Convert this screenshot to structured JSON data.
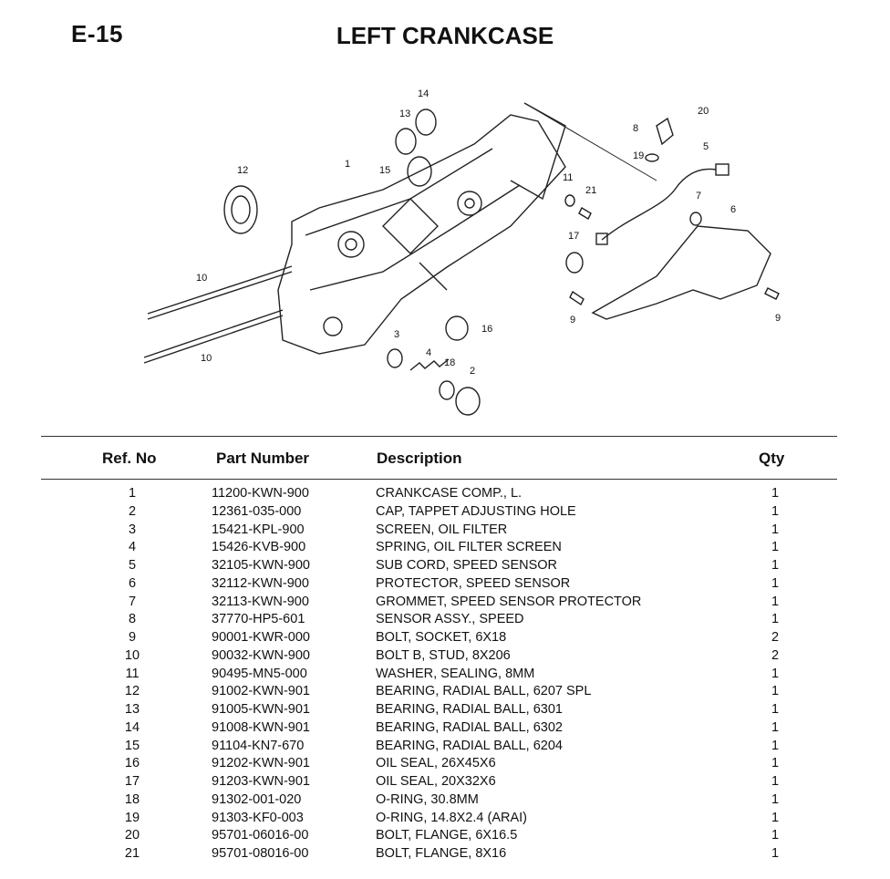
{
  "header": {
    "section_code": "E-15",
    "title": "LEFT CRANKCASE"
  },
  "diagram": {
    "callouts": [
      "1",
      "2",
      "3",
      "4",
      "5",
      "6",
      "7",
      "8",
      "9",
      "9",
      "10",
      "10",
      "11",
      "12",
      "13",
      "14",
      "15",
      "16",
      "17",
      "18",
      "19",
      "20",
      "21"
    ]
  },
  "table": {
    "columns": [
      "Ref. No",
      "Part Number",
      "Description",
      "Qty"
    ],
    "rows": [
      {
        "ref": "1",
        "part": "11200-KWN-900",
        "desc": "CRANKCASE COMP., L.",
        "qty": "1"
      },
      {
        "ref": "2",
        "part": "12361-035-000",
        "desc": "CAP, TAPPET ADJUSTING HOLE",
        "qty": "1"
      },
      {
        "ref": "3",
        "part": "15421-KPL-900",
        "desc": "SCREEN, OIL FILTER",
        "qty": "1"
      },
      {
        "ref": "4",
        "part": "15426-KVB-900",
        "desc": "SPRING, OIL FILTER SCREEN",
        "qty": "1"
      },
      {
        "ref": "5",
        "part": "32105-KWN-900",
        "desc": "SUB CORD, SPEED SENSOR",
        "qty": "1"
      },
      {
        "ref": "6",
        "part": "32112-KWN-900",
        "desc": "PROTECTOR, SPEED SENSOR",
        "qty": "1"
      },
      {
        "ref": "7",
        "part": "32113-KWN-900",
        "desc": "GROMMET, SPEED SENSOR PROTECTOR",
        "qty": "1"
      },
      {
        "ref": "8",
        "part": "37770-HP5-601",
        "desc": "SENSOR ASSY., SPEED",
        "qty": "1"
      },
      {
        "ref": "9",
        "part": "90001-KWR-000",
        "desc": "BOLT, SOCKET, 6X18",
        "qty": "2"
      },
      {
        "ref": "10",
        "part": "90032-KWN-900",
        "desc": "BOLT B, STUD, 8X206",
        "qty": "2"
      },
      {
        "ref": "11",
        "part": "90495-MN5-000",
        "desc": "WASHER, SEALING, 8MM",
        "qty": "1"
      },
      {
        "ref": "12",
        "part": "91002-KWN-901",
        "desc": "BEARING, RADIAL BALL, 6207 SPL",
        "qty": "1"
      },
      {
        "ref": "13",
        "part": "91005-KWN-901",
        "desc": "BEARING, RADIAL BALL, 6301",
        "qty": "1"
      },
      {
        "ref": "14",
        "part": "91008-KWN-901",
        "desc": "BEARING, RADIAL BALL, 6302",
        "qty": "1"
      },
      {
        "ref": "15",
        "part": "91104-KN7-670",
        "desc": "BEARING, RADIAL BALL, 6204",
        "qty": "1"
      },
      {
        "ref": "16",
        "part": "91202-KWN-901",
        "desc": "OIL SEAL, 26X45X6",
        "qty": "1"
      },
      {
        "ref": "17",
        "part": "91203-KWN-901",
        "desc": "OIL SEAL, 20X32X6",
        "qty": "1"
      },
      {
        "ref": "18",
        "part": "91302-001-020",
        "desc": "O-RING, 30.8MM",
        "qty": "1"
      },
      {
        "ref": "19",
        "part": "91303-KF0-003",
        "desc": "O-RING, 14.8X2.4 (ARAI)",
        "qty": "1"
      },
      {
        "ref": "20",
        "part": "95701-06016-00",
        "desc": "BOLT, FLANGE, 6X16.5",
        "qty": "1"
      },
      {
        "ref": "21",
        "part": "95701-08016-00",
        "desc": "BOLT, FLANGE, 8X16",
        "qty": "1"
      }
    ]
  }
}
